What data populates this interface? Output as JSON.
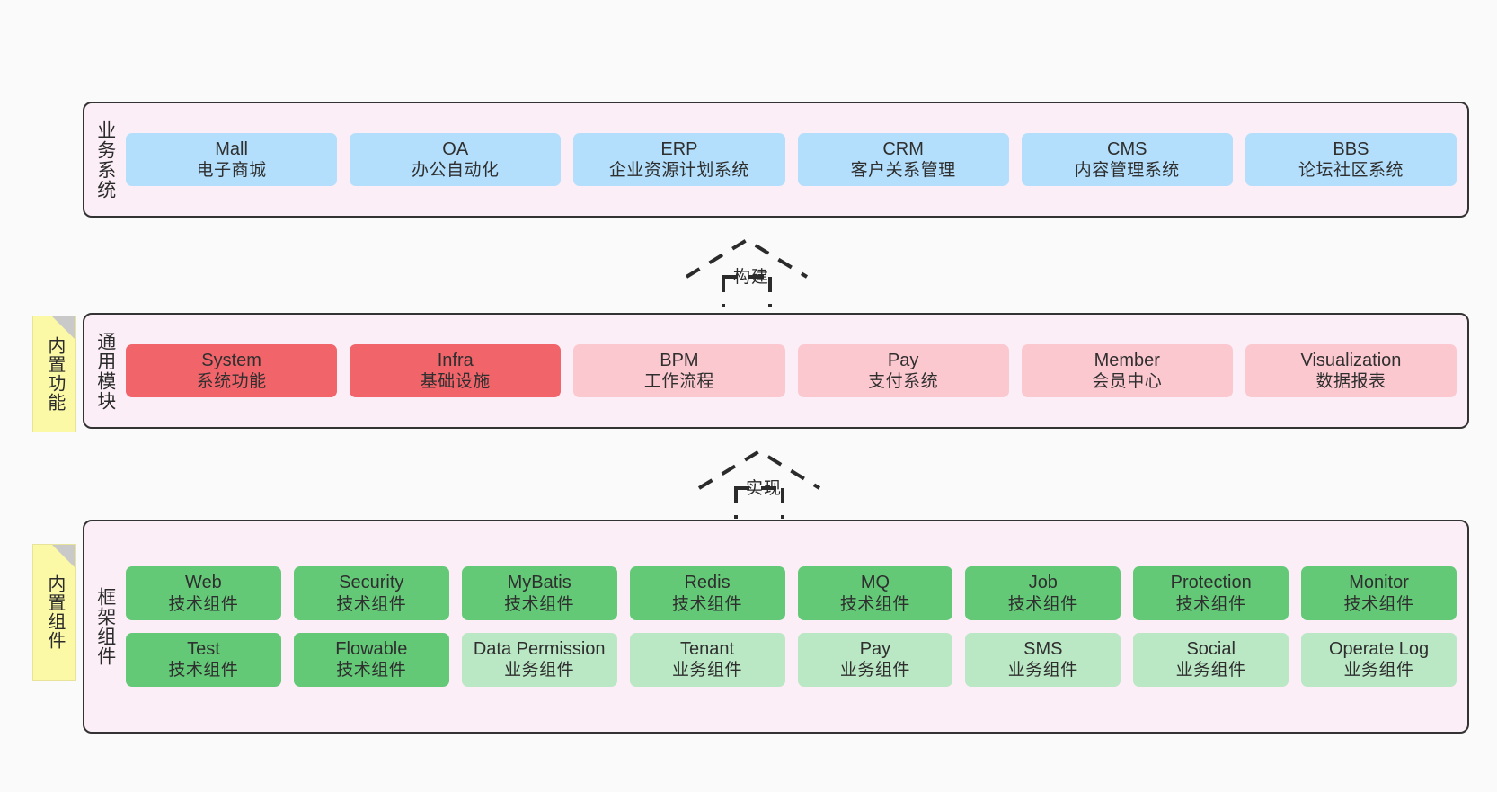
{
  "diagram": {
    "background_color": "#fafafa",
    "layer_fill": "#fbeef6",
    "layer_border": "#333333"
  },
  "layers": [
    {
      "id": "business-system",
      "title": "业务系统",
      "node_color": "#b3dffc",
      "rows": [
        [
          {
            "en": "Mall",
            "cn": "电子商城",
            "color": "#b3dffc"
          },
          {
            "en": "OA",
            "cn": "办公自动化",
            "color": "#b3dffc"
          },
          {
            "en": "ERP",
            "cn": "企业资源计划系统",
            "color": "#b3dffc"
          },
          {
            "en": "CRM",
            "cn": "客户关系管理",
            "color": "#b3dffc"
          },
          {
            "en": "CMS",
            "cn": "内容管理系统",
            "color": "#b3dffc"
          },
          {
            "en": "BBS",
            "cn": "论坛社区系统",
            "color": "#b3dffc"
          }
        ]
      ]
    },
    {
      "id": "common-modules",
      "title": "通用模块",
      "note": "内置功能",
      "rows": [
        [
          {
            "en": "System",
            "cn": "系统功能",
            "color": "#f0646a"
          },
          {
            "en": "Infra",
            "cn": "基础设施",
            "color": "#f0646a"
          },
          {
            "en": "BPM",
            "cn": "工作流程",
            "color": "#fcc8d0"
          },
          {
            "en": "Pay",
            "cn": "支付系统",
            "color": "#fcc8d0"
          },
          {
            "en": "Member",
            "cn": "会员中心",
            "color": "#fcc8d0"
          },
          {
            "en": "Visualization",
            "cn": "数据报表",
            "color": "#fcc8d0"
          }
        ]
      ]
    },
    {
      "id": "framework-components",
      "title": "框架组件",
      "note": "内置组件",
      "rows": [
        [
          {
            "en": "Web",
            "cn": "技术组件",
            "color": "#63c977"
          },
          {
            "en": "Security",
            "cn": "技术组件",
            "color": "#63c977"
          },
          {
            "en": "MyBatis",
            "cn": "技术组件",
            "color": "#63c977"
          },
          {
            "en": "Redis",
            "cn": "技术组件",
            "color": "#63c977"
          },
          {
            "en": "MQ",
            "cn": "技术组件",
            "color": "#63c977"
          },
          {
            "en": "Job",
            "cn": "技术组件",
            "color": "#63c977"
          },
          {
            "en": "Protection",
            "cn": "技术组件",
            "color": "#63c977"
          },
          {
            "en": "Monitor",
            "cn": "技术组件",
            "color": "#63c977"
          }
        ],
        [
          {
            "en": "Test",
            "cn": "技术组件",
            "color": "#63c977"
          },
          {
            "en": "Flowable",
            "cn": "技术组件",
            "color": "#63c977"
          },
          {
            "en": "Data Permission",
            "cn": "业务组件",
            "color": "#bae7c4"
          },
          {
            "en": "Tenant",
            "cn": "业务组件",
            "color": "#bae7c4"
          },
          {
            "en": "Pay",
            "cn": "业务组件",
            "color": "#bae7c4"
          },
          {
            "en": "SMS",
            "cn": "业务组件",
            "color": "#bae7c4"
          },
          {
            "en": "Social",
            "cn": "业务组件",
            "color": "#bae7c4"
          },
          {
            "en": "Operate Log",
            "cn": "业务组件",
            "color": "#bae7c4"
          }
        ]
      ]
    }
  ],
  "connectors": [
    {
      "id": "build",
      "label": "构建",
      "style": "dashed-hollow-arrow-up"
    },
    {
      "id": "implement",
      "label": "实现",
      "style": "dashed-hollow-arrow-up"
    }
  ]
}
